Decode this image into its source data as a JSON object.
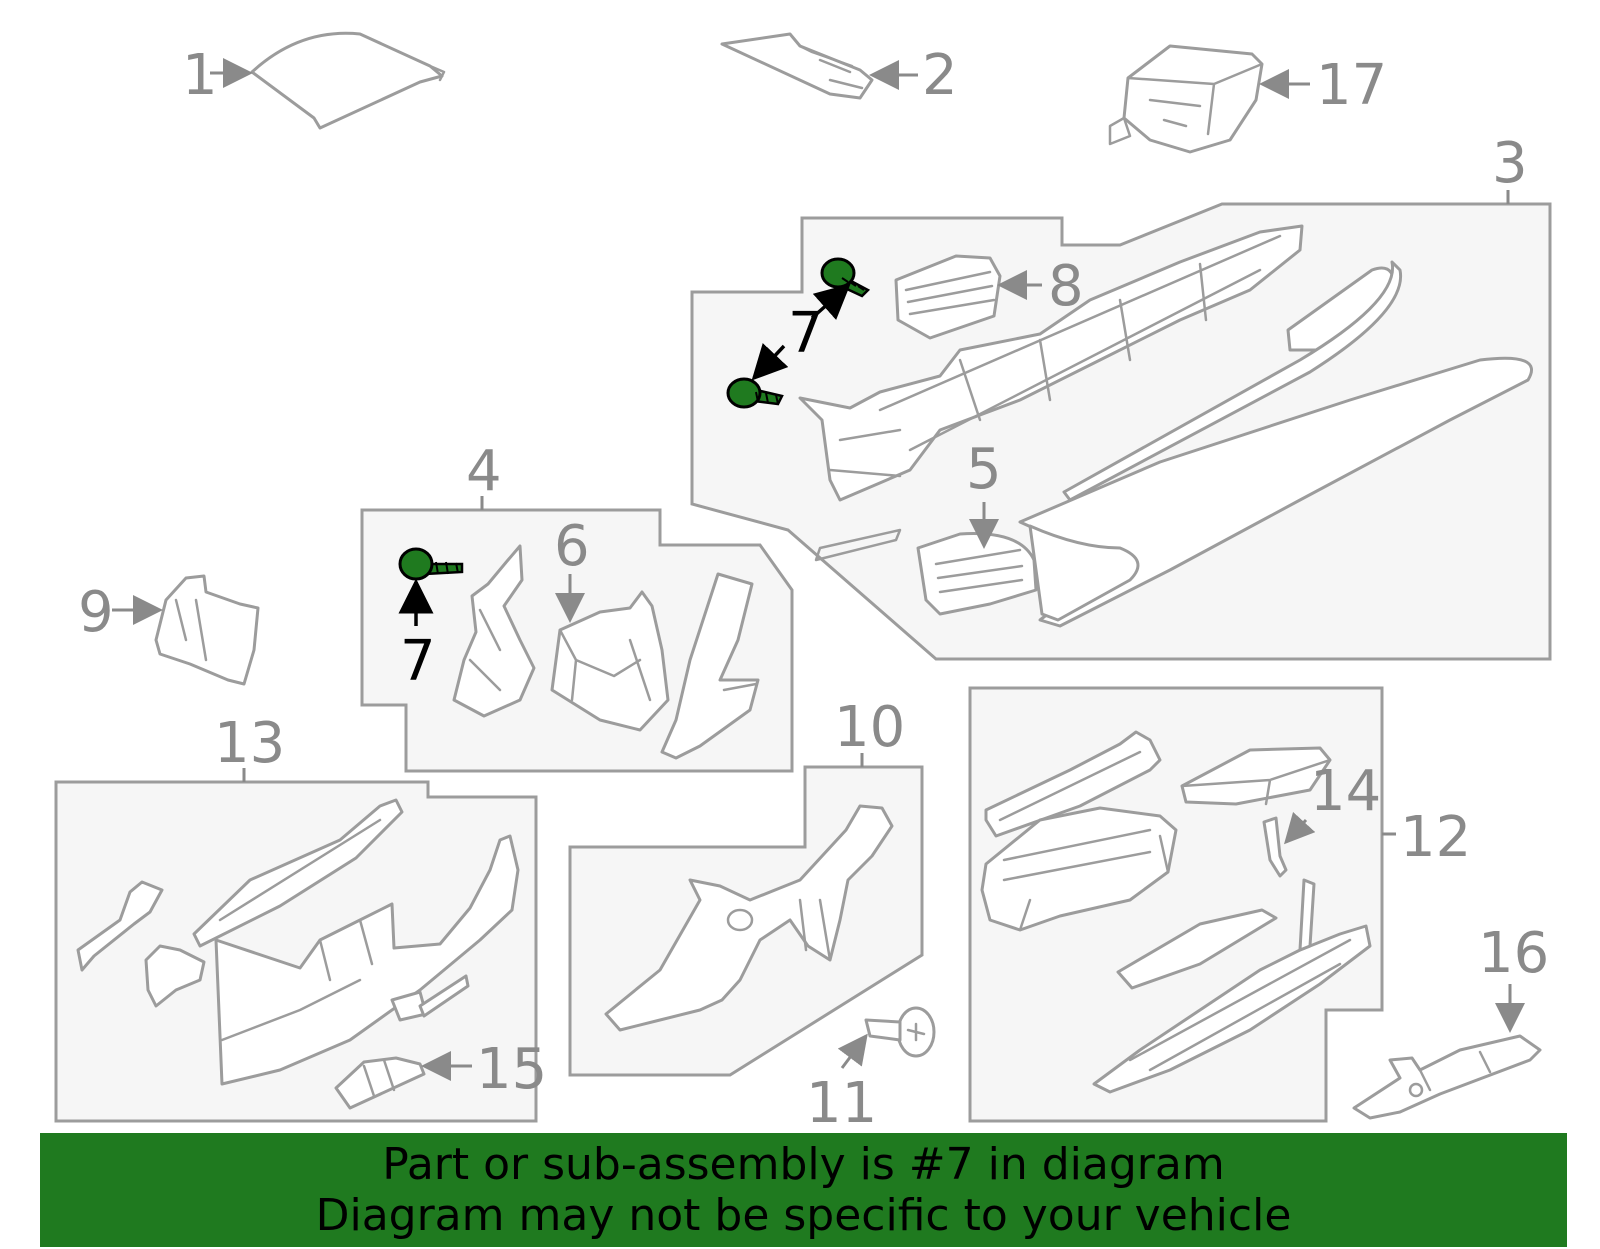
{
  "callouts": {
    "c1": "1",
    "c2": "2",
    "c3": "3",
    "c4": "4",
    "c5": "5",
    "c6": "6",
    "c7a": "7",
    "c7b": "7",
    "c8": "8",
    "c9": "9",
    "c10": "10",
    "c11": "11",
    "c12": "12",
    "c13": "13",
    "c14": "14",
    "c15": "15",
    "c16": "16",
    "c17": "17"
  },
  "highlight": {
    "part_number": "7",
    "color": "#1f7a1f"
  },
  "banner": {
    "line1": "Part or sub-assembly is #7 in diagram",
    "line2": "Diagram may not be specific to your vehicle",
    "background": "#1f7a1f"
  }
}
